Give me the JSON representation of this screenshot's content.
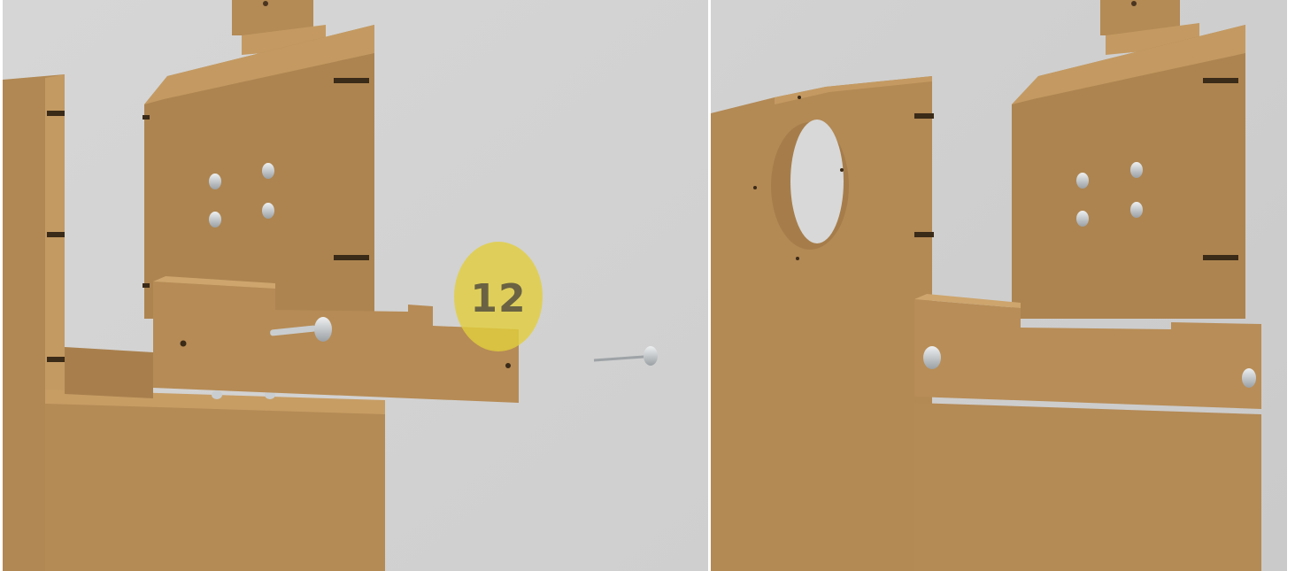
{
  "step": {
    "number": "12"
  },
  "colors": {
    "background": "#d3d3d3",
    "mdf_face": "#b48a55",
    "mdf_light": "#c49a62",
    "mdf_dark": "#9a7443",
    "screw": "#c9cdd0",
    "step_badge": "#e2ce3c"
  },
  "icons": {
    "left_view": "assembly-before-illustration",
    "right_view": "assembly-after-illustration",
    "fastener": "screw-icon"
  }
}
